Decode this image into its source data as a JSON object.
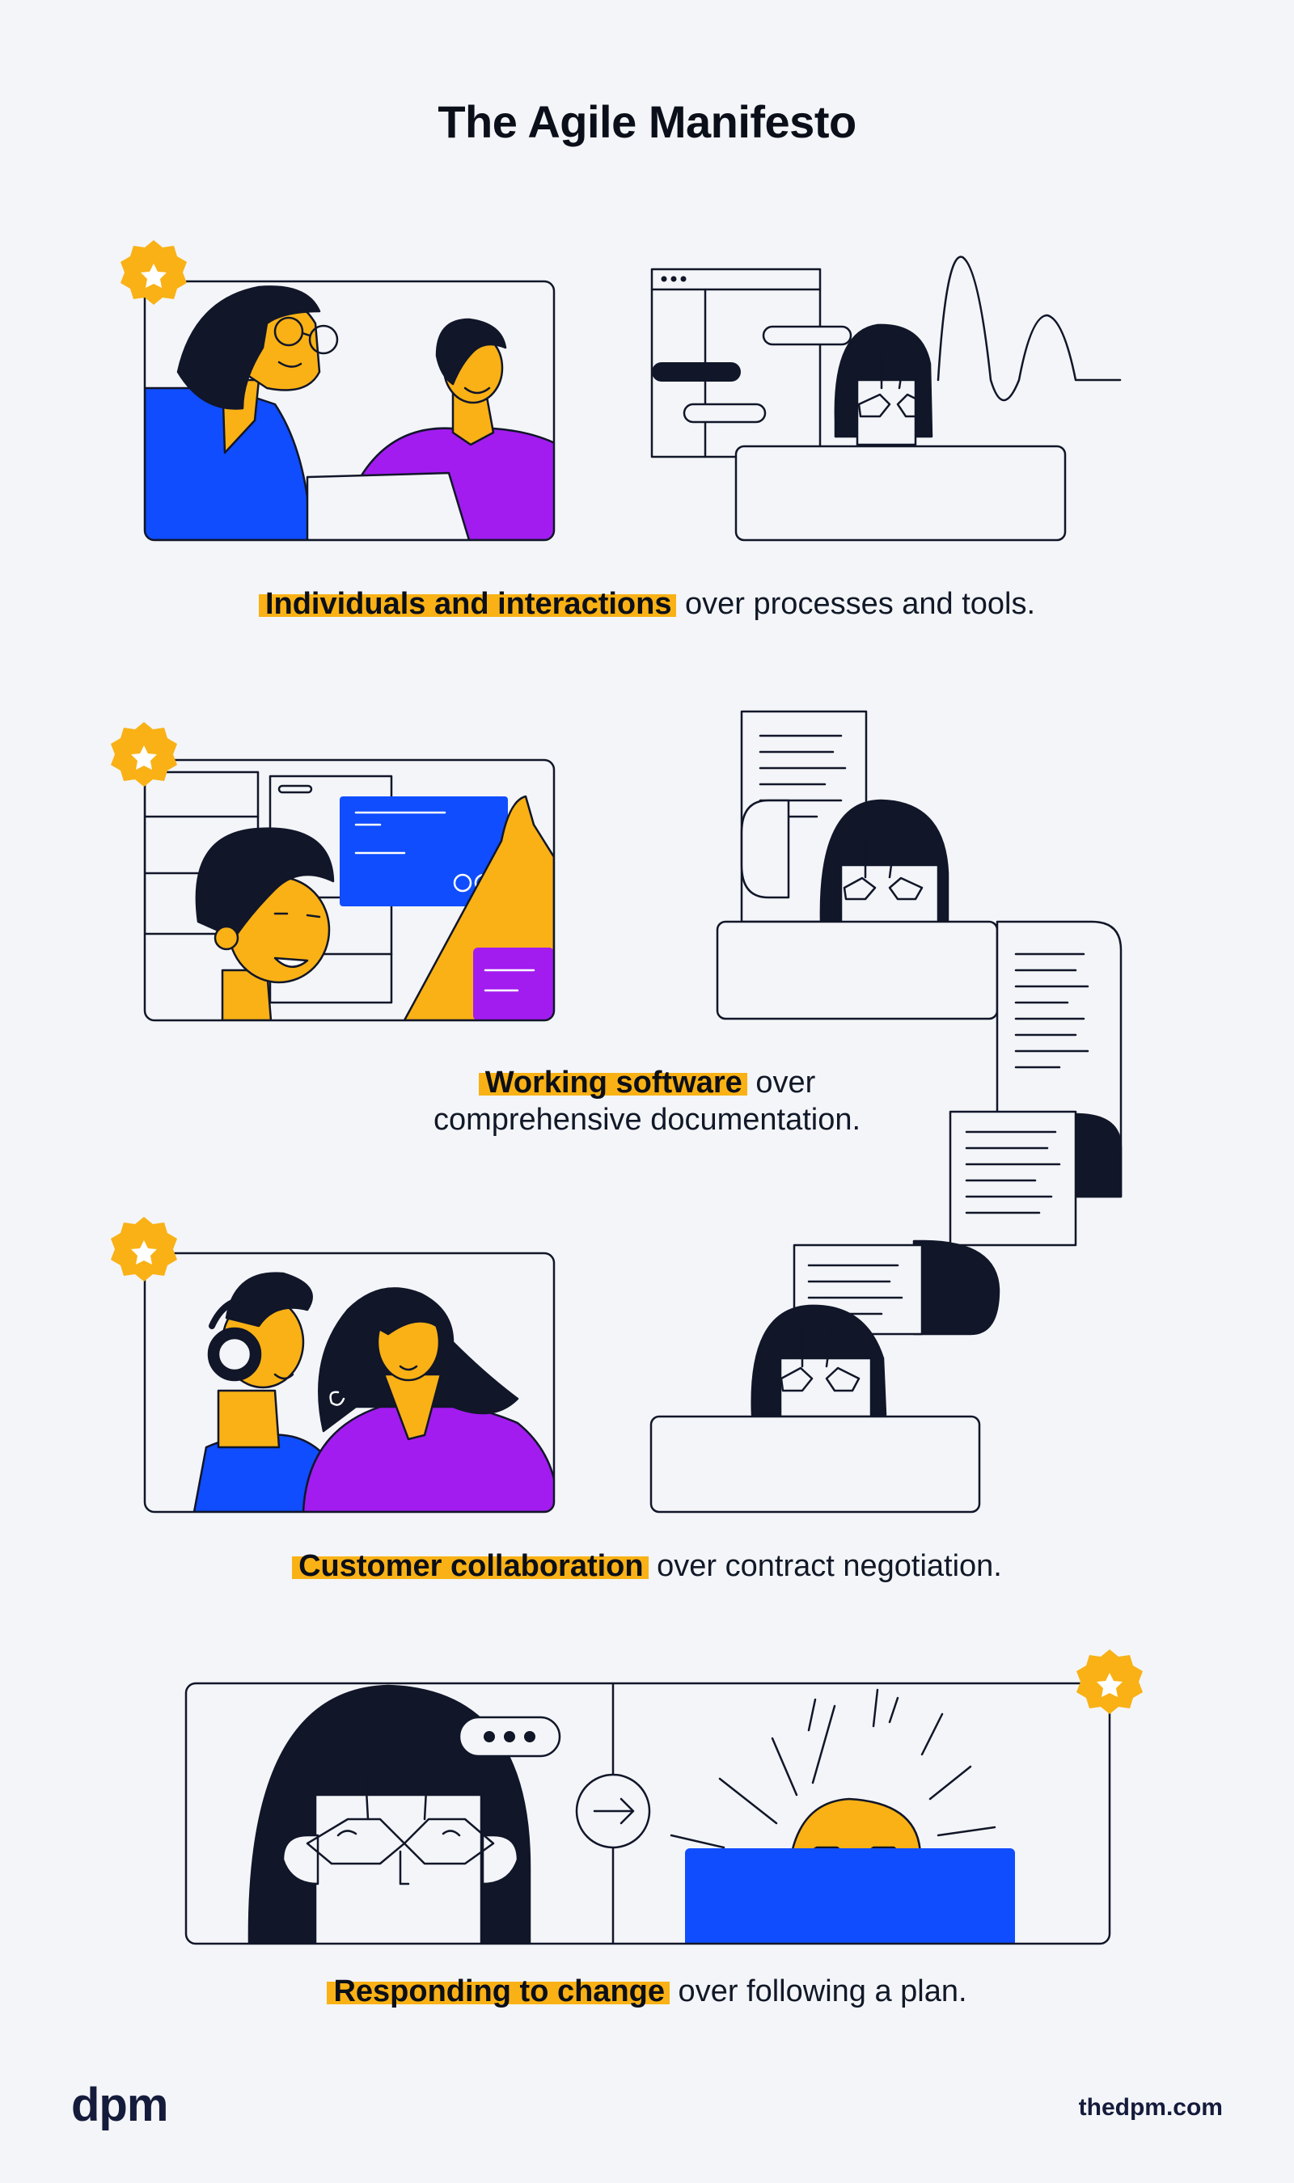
{
  "title": "The Agile Manifesto",
  "values": [
    {
      "highlight": "Individuals and interactions",
      "rest": " over processes and tools."
    },
    {
      "highlight": "Working software",
      "rest": " over",
      "rest_line2": "comprehensive documentation."
    },
    {
      "highlight": "Customer collaboration",
      "rest": " over contract negotiation."
    },
    {
      "highlight": "Responding to change",
      "rest": " over following a plan."
    }
  ],
  "footer": {
    "logo": "dpm",
    "url": "thedpm.com"
  },
  "colors": {
    "yellow": "#f9b115",
    "blue": "#0f4dff",
    "purple": "#a21cf0",
    "navy": "#111629",
    "background": "#f3f5f8"
  },
  "icons": [
    "star-badge-icon",
    "arrow-right-icon",
    "chat-dots-icon",
    "window-dots-icon"
  ]
}
